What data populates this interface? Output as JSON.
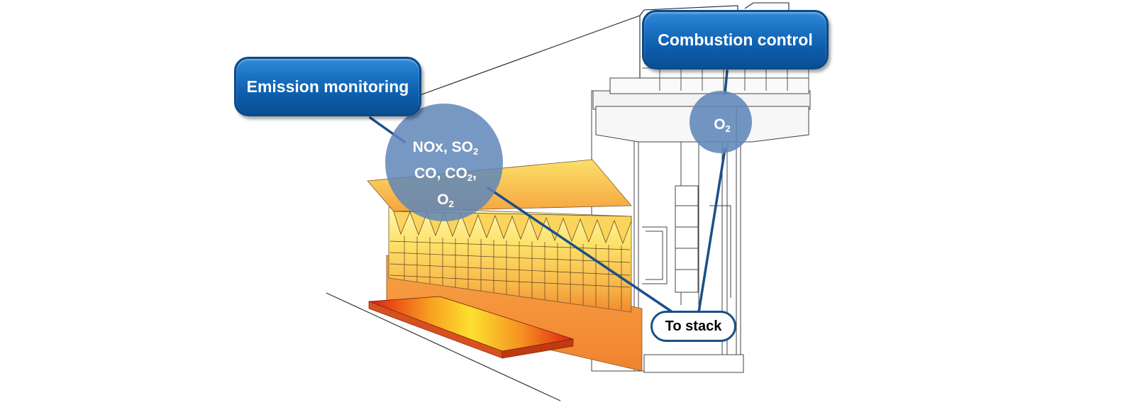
{
  "callouts": {
    "emission": "Emission monitoring",
    "combustion": "Combustion control"
  },
  "stack_label": "To stack",
  "emission_gases": {
    "line1": [
      "NOx, SO",
      "2"
    ],
    "line2": [
      "CO, CO",
      "2",
      ","
    ],
    "line3": [
      "O",
      "2"
    ]
  },
  "combustion_gas": [
    "O",
    "2"
  ],
  "colors": {
    "callout_blue": "#1565b8",
    "bubble_blue": "#5f86b8",
    "leader_line": "#1a4f8a",
    "furnace_yellow": "#fde26a",
    "furnace_orange": "#f39a3a",
    "hot_red": "#e02010"
  }
}
